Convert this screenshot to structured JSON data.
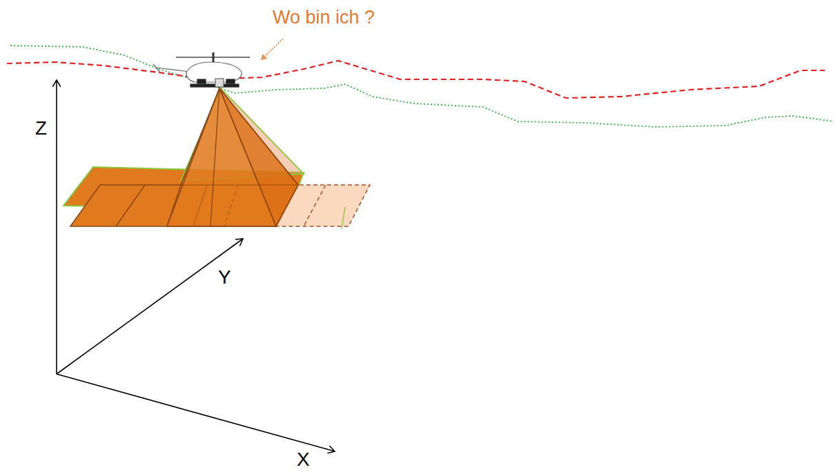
{
  "diagram": {
    "labels": [
      "Wo bin ich ?",
      "Z",
      "Y",
      "X"
    ]
  }
}
